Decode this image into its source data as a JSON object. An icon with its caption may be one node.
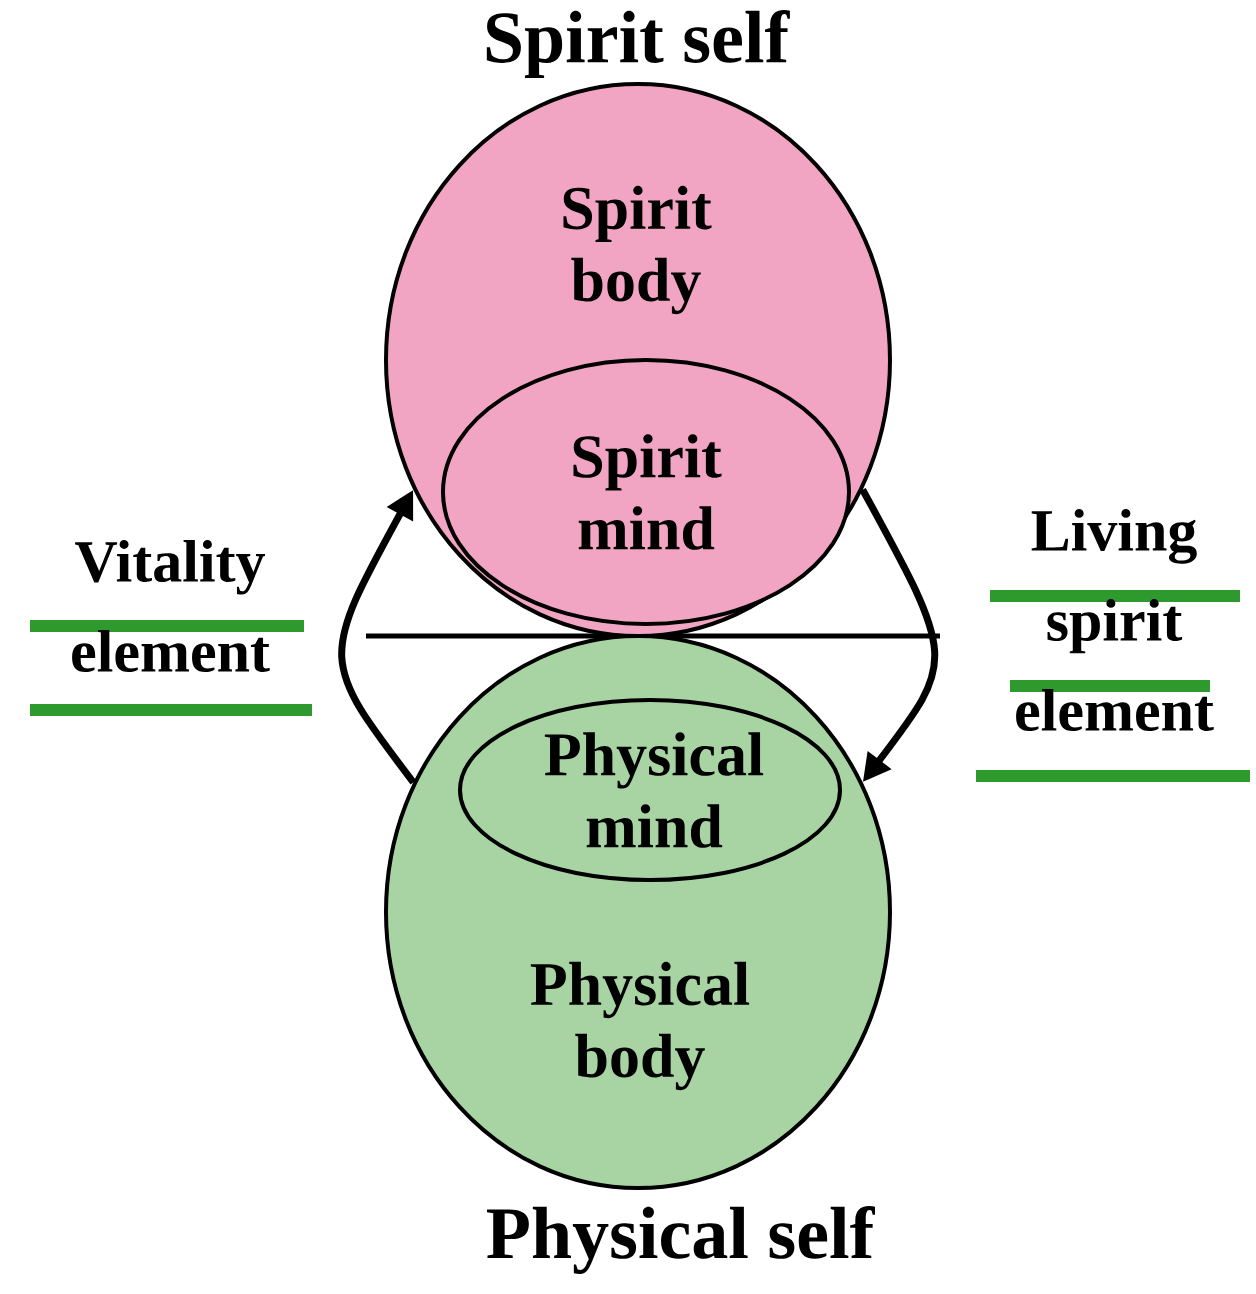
{
  "diagram": {
    "nodes": [
      {
        "text": [
          "Spirit body"
        ]
      },
      {
        "text": [
          "Spirit mind"
        ],
        "in": 0
      },
      {
        "text": [
          "Physical body"
        ]
      },
      {
        "text": [
          "Physical mind"
        ],
        "in": 2
      }
    ],
    "edges": [
      {
        "from": 2,
        "to": 0,
        "arrow": "to",
        "label": "Vitality element"
      },
      {
        "from": 0,
        "to": 2,
        "arrow": "to",
        "label": "Living spirit element"
      }
    ],
    "labels": [
      "Spirit self",
      "Physical self"
    ]
  }
}
